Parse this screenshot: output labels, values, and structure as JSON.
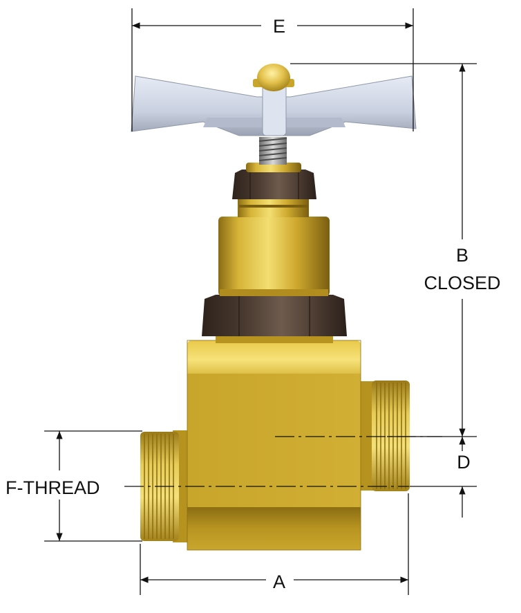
{
  "labels": {
    "e": "E",
    "b": "B",
    "b_sub": "CLOSED",
    "d": "D",
    "f_thread": "F-THREAD",
    "a": "A"
  },
  "colors": {
    "brass": "#c9a52c",
    "brass_light": "#f2dc6a",
    "brass_dark": "#6e5611",
    "nut_dark": "#3a2d24",
    "nut_light": "#6b584a",
    "handle": "#cfd6e6",
    "handle_shadow": "#8f97a8",
    "line": "#111111"
  },
  "icons": {
    "arrow": "dimension-arrow-icon"
  }
}
